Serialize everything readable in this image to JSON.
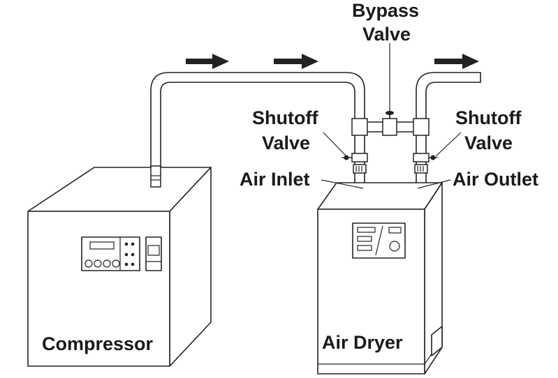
{
  "labels": {
    "bypass_line1": "Bypass",
    "bypass_line2": "Valve",
    "shutoff_left_line1": "Shutoff",
    "shutoff_left_line2": "Valve",
    "shutoff_right_line1": "Shutoff",
    "shutoff_right_line2": "Valve",
    "air_inlet": "Air Inlet",
    "air_outlet": "Air Outlet",
    "compressor": "Compressor",
    "air_dryer": "Air Dryer"
  },
  "icons": {
    "flow_arrow": "flow-arrow-icon",
    "valve": "valve-icon"
  }
}
